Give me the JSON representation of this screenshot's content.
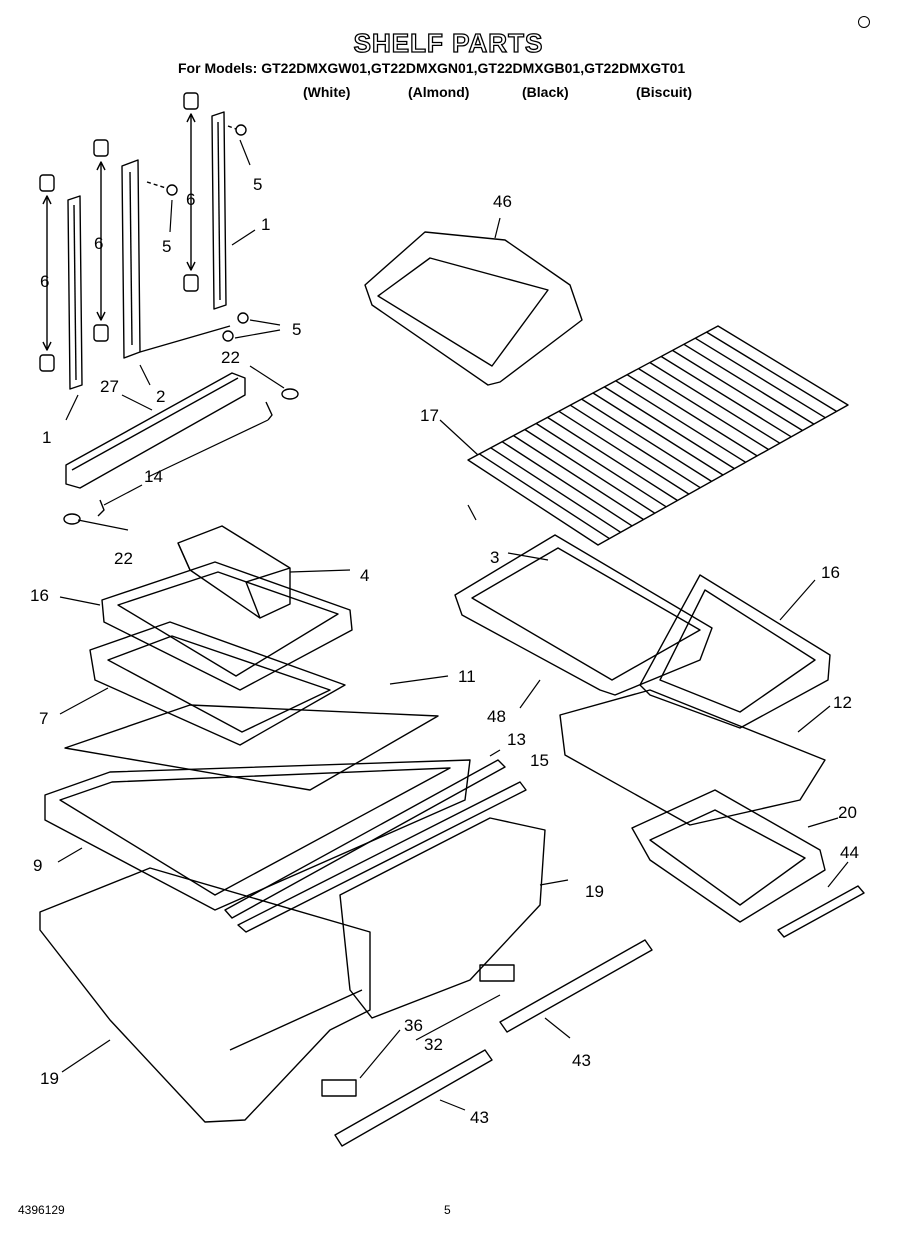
{
  "header": {
    "title": "SHELF PARTS",
    "models_line": "For Models: GT22DMXGW01,GT22DMXGN01,GT22DMXGB01,GT22DMXGT01",
    "colors": [
      "(White)",
      "(Almond)",
      "(Black)",
      "(Biscuit)"
    ]
  },
  "callouts": {
    "c1a": "1",
    "c1b": "1",
    "c2": "2",
    "c3": "3",
    "c4": "4",
    "c5a": "5",
    "c5b": "5",
    "c5c": "5",
    "c6a": "6",
    "c6b": "6",
    "c6c": "6",
    "c7": "7",
    "c9": "9",
    "c11": "11",
    "c12": "12",
    "c13": "13",
    "c14": "14",
    "c15": "15",
    "c16a": "16",
    "c16b": "16",
    "c17": "17",
    "c19a": "19",
    "c19b": "19",
    "c20": "20",
    "c22a": "22",
    "c22b": "22",
    "c27": "27",
    "c32": "32",
    "c36": "36",
    "c43a": "43",
    "c43b": "43",
    "c44": "44",
    "c46": "46",
    "c48": "48"
  },
  "footer": {
    "part_number": "4396129",
    "page": "5"
  }
}
